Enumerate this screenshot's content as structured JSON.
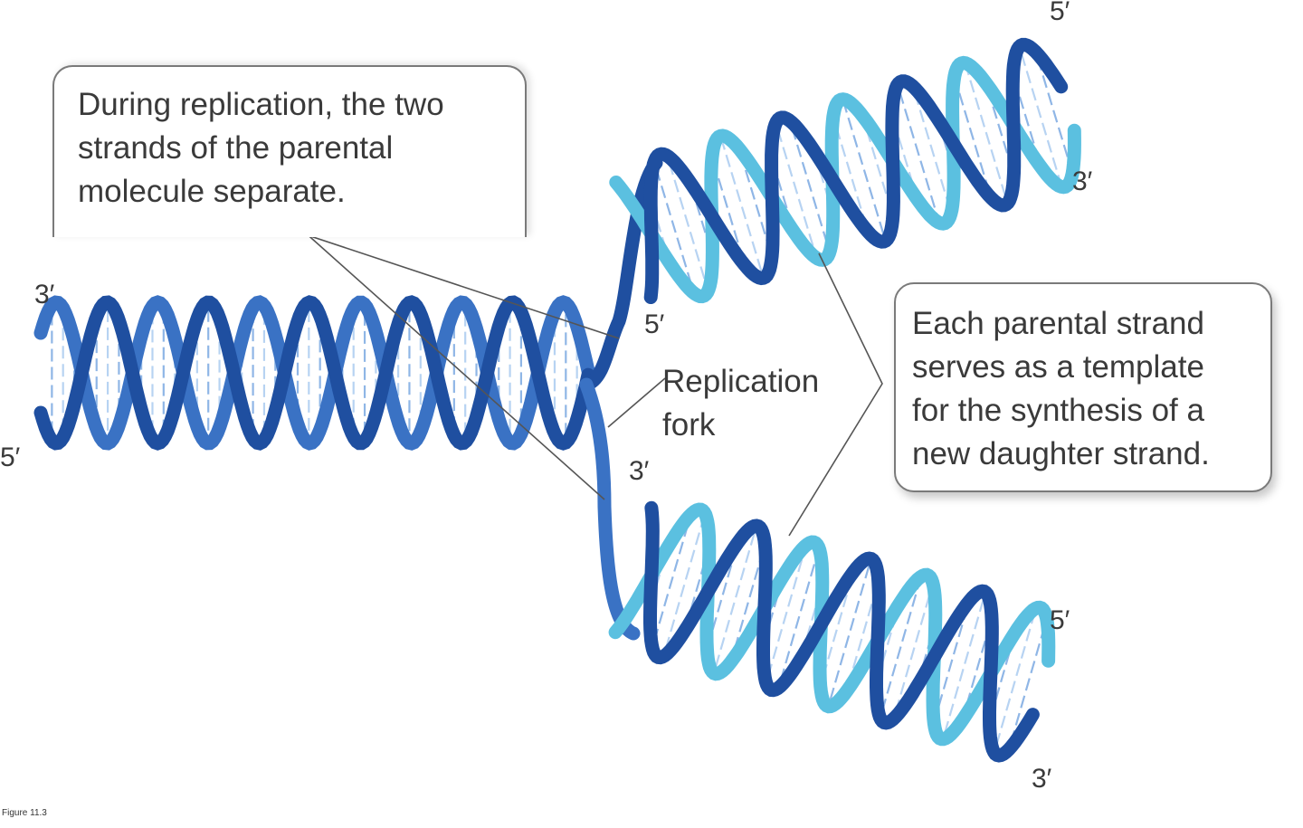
{
  "callouts": {
    "separation": [
      "During replication, the two",
      "strands of the parental",
      "molecule separate."
    ],
    "template": [
      "Each parental strand",
      "serves as a template",
      "for the synthesis of a",
      "new daughter strand."
    ]
  },
  "fork_label": [
    "Replication",
    "fork"
  ],
  "end_labels": {
    "parent_top_left": "3′",
    "parent_bottom_left": "5′",
    "upper_daughter_top_right": "5′",
    "upper_daughter_bottom_right": "3′",
    "upper_daughter_fork_end": "5′",
    "lower_daughter_fork_end": "3′",
    "lower_daughter_top_right": "5′",
    "lower_daughter_bottom_right": "3′"
  },
  "caption": "Figure 11.3",
  "colors": {
    "parental_strand": "#1f4fa0",
    "parental_strand_light": "#3a72c4",
    "daughter_strand": "#5bc0e0",
    "daughter_strand_light": "#9adcf0",
    "text": "#3a3a3a",
    "callout_border": "#7a7a7a"
  }
}
